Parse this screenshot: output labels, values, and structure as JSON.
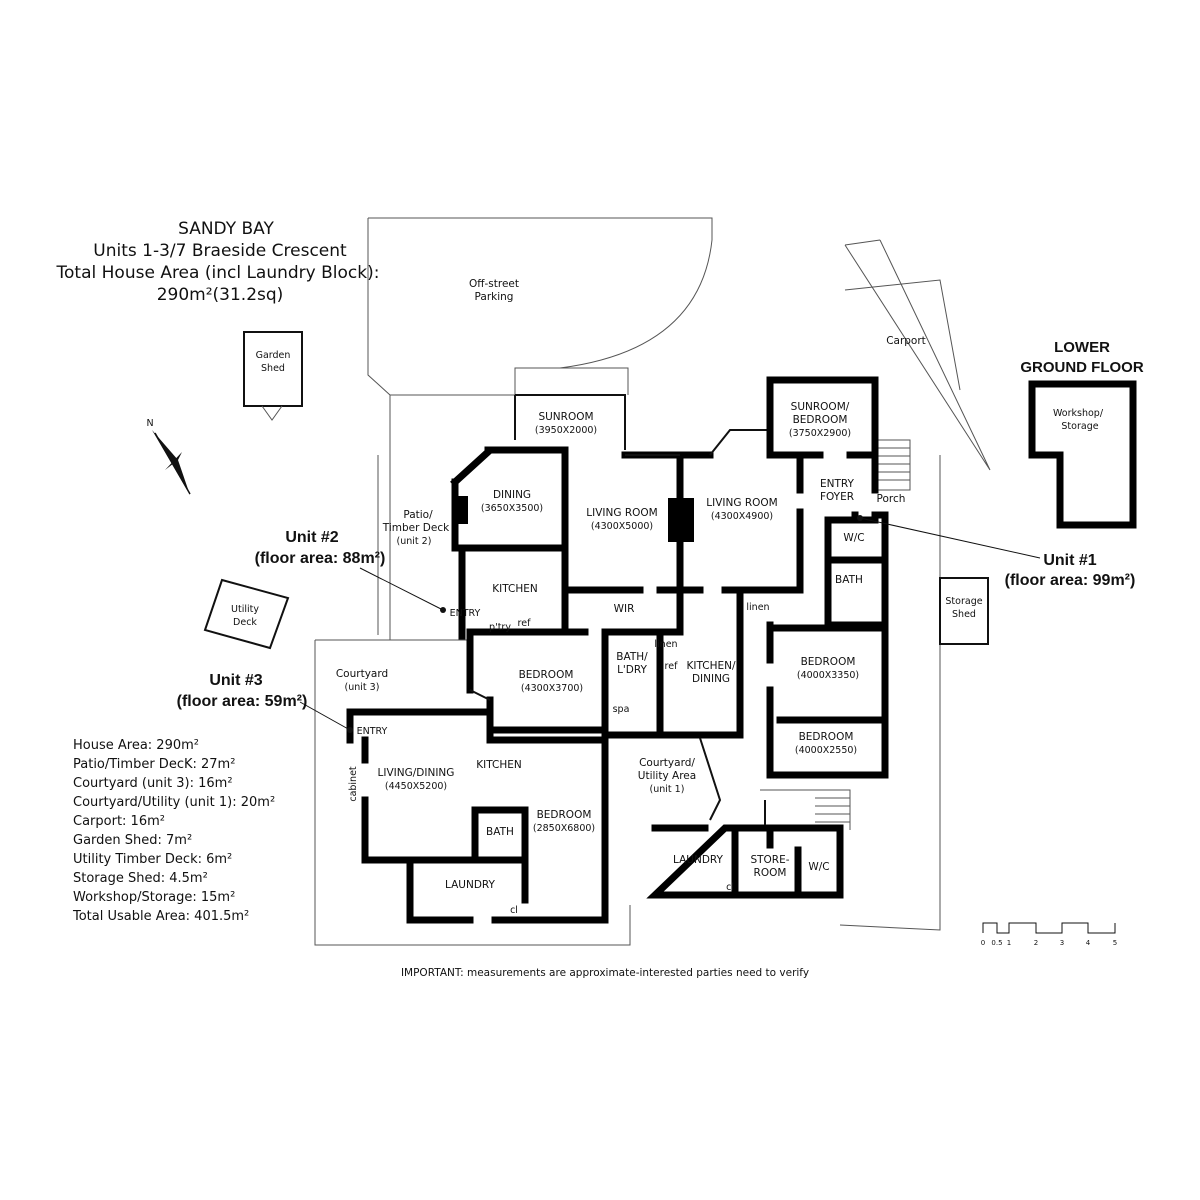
{
  "header": {
    "line1": "SANDY BAY",
    "line2": "Units 1-3/7 Braeside Crescent",
    "line3": "Total House Area (incl Laundry Block):",
    "line4": "290m²(31.2sq)"
  },
  "units": {
    "u1_name": "Unit #1",
    "u1_area": "(floor area: 99m²)",
    "u2_name": "Unit #2",
    "u2_area": "(floor area: 88m²)",
    "u3_name": "Unit #3",
    "u3_area": "(floor area: 59m²)"
  },
  "lower_ground": {
    "line1": "LOWER",
    "line2": "GROUND FLOOR",
    "room1": "Workshop/",
    "room2": "Storage"
  },
  "labels": {
    "parking1": "Off-street",
    "parking2": "Parking",
    "carport": "Carport",
    "shed1": "Garden",
    "shed2": "Shed",
    "sunroom": "SUNROOM",
    "sunroom_dim": "(3950X2000)",
    "sunbed1": "SUNROOM/",
    "sunbed2": "BEDROOM",
    "sunbed_dim": "(3750X2900)",
    "patio1": "Patio/",
    "patio2": "Timber Deck",
    "patio3": "(unit 2)",
    "dining": "DINING",
    "dining_dim": "(3650X3500)",
    "living1": "LIVING ROOM",
    "living1_dim": "(4300X5000)",
    "living2": "LIVING ROOM",
    "living2_dim": "(4300X4900)",
    "foyer1": "ENTRY",
    "foyer2": "FOYER",
    "porch": "Porch",
    "wc": "W/C",
    "bath": "BATH",
    "linen": "linen",
    "linen2": "linen",
    "kitchen": "KITCHEN",
    "entry": "ENTRY",
    "pantry": "p'try",
    "ref": "ref",
    "ref2": "ref",
    "wir": "WIR",
    "bathldry1": "BATH/",
    "bathldry2": "L'DRY",
    "spa": "spa",
    "kitdin1": "KITCHEN/",
    "kitdin2": "DINING",
    "bed1": "BEDROOM",
    "bed1_dim": "(4300X3700)",
    "bed2": "BEDROOM",
    "bed2_dim": "(4000X3350)",
    "bed3": "BEDROOM",
    "bed3_dim": "(4000X2550)",
    "utildeck1": "Utility",
    "utildeck2": "Deck",
    "court1": "Courtyard",
    "court2": "(unit 3)",
    "storage1": "Storage",
    "storage2": "Shed",
    "entry3": "ENTRY",
    "cabinet": "cabinet",
    "livdin": "LIVING/DINING",
    "livdin_dim": "(4450X5200)",
    "kitchen3": "KITCHEN",
    "bath3": "BATH",
    "bed4": "BEDROOM",
    "bed4_dim": "(2850X6800)",
    "laundry3": "LAUNDRY",
    "cl": "cl",
    "cl2": "cl",
    "cu1": "Courtyard/",
    "cu2": "Utility Area",
    "cu3": "(unit 1)",
    "laundry1": "LAUNDRY",
    "store1": "STORE-",
    "store2": "ROOM",
    "wc2": "W/C"
  },
  "legend": [
    "House Area: 290m²",
    "Patio/Timber DecK: 27m²",
    "Courtyard (unit 3): 16m²",
    "Courtyard/Utility (unit 1): 20m²",
    "Carport: 16m²",
    "Garden Shed: 7m²",
    "Utility Timber Deck: 6m²",
    "Storage Shed: 4.5m²",
    "Workshop/Storage: 15m²",
    "Total Usable Area: 401.5m²"
  ],
  "scale": {
    "ticks": [
      "0",
      "0.5",
      "1",
      "2",
      "3",
      "4",
      "5"
    ]
  },
  "compass": {
    "label": "N"
  },
  "footer": "IMPORTANT: measurements are approximate-interested parties need to verify"
}
